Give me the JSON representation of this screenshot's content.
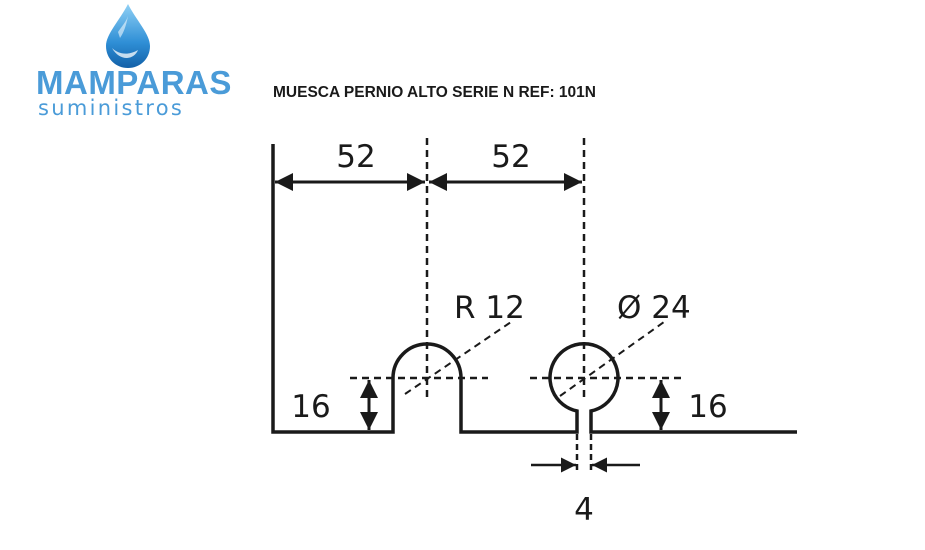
{
  "logo": {
    "brand": "MAMPARAS",
    "tagline": "suministros",
    "icon": "water-drop-icon",
    "color": "#4a9bd8"
  },
  "title": "MUESCA PERNIO ALTO SERIE N REF: 101N",
  "dimensions": {
    "width_left": "52",
    "width_right": "52",
    "radius": "R 12",
    "diameter": "Ø 24",
    "depth_left": "16",
    "depth_right": "16",
    "slot_width": "4"
  },
  "colors": {
    "line": "#1a1a1a"
  }
}
